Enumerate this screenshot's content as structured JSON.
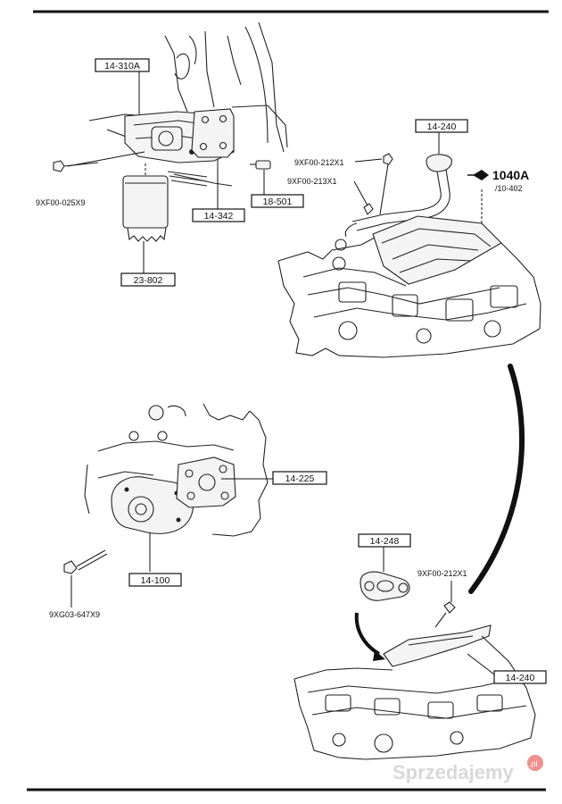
{
  "labels": {
    "oil_filter_adapter": "14-310A",
    "gasket_adapter": "14-342",
    "oil_filter": "23-802",
    "pressure_switch": "18-501",
    "bolt_adapter": "9XF00-025X9",
    "stud_212": "9XF00-212X1",
    "stud_213": "9XF00-213X1",
    "pickup_tube": "14-240",
    "torque_spec": "1040A",
    "torque_ref": "/10-402",
    "pump_gasket": "14-225",
    "oil_pump": "14-100",
    "pump_bolt": "9XG03-647X9",
    "pickup_gasket": "14-248",
    "stud_lower": "9XF00-212X1",
    "pickup_tube_lower": "14-240"
  },
  "watermark": "Sprzedajemy",
  "watermark_suffix": ".pl"
}
